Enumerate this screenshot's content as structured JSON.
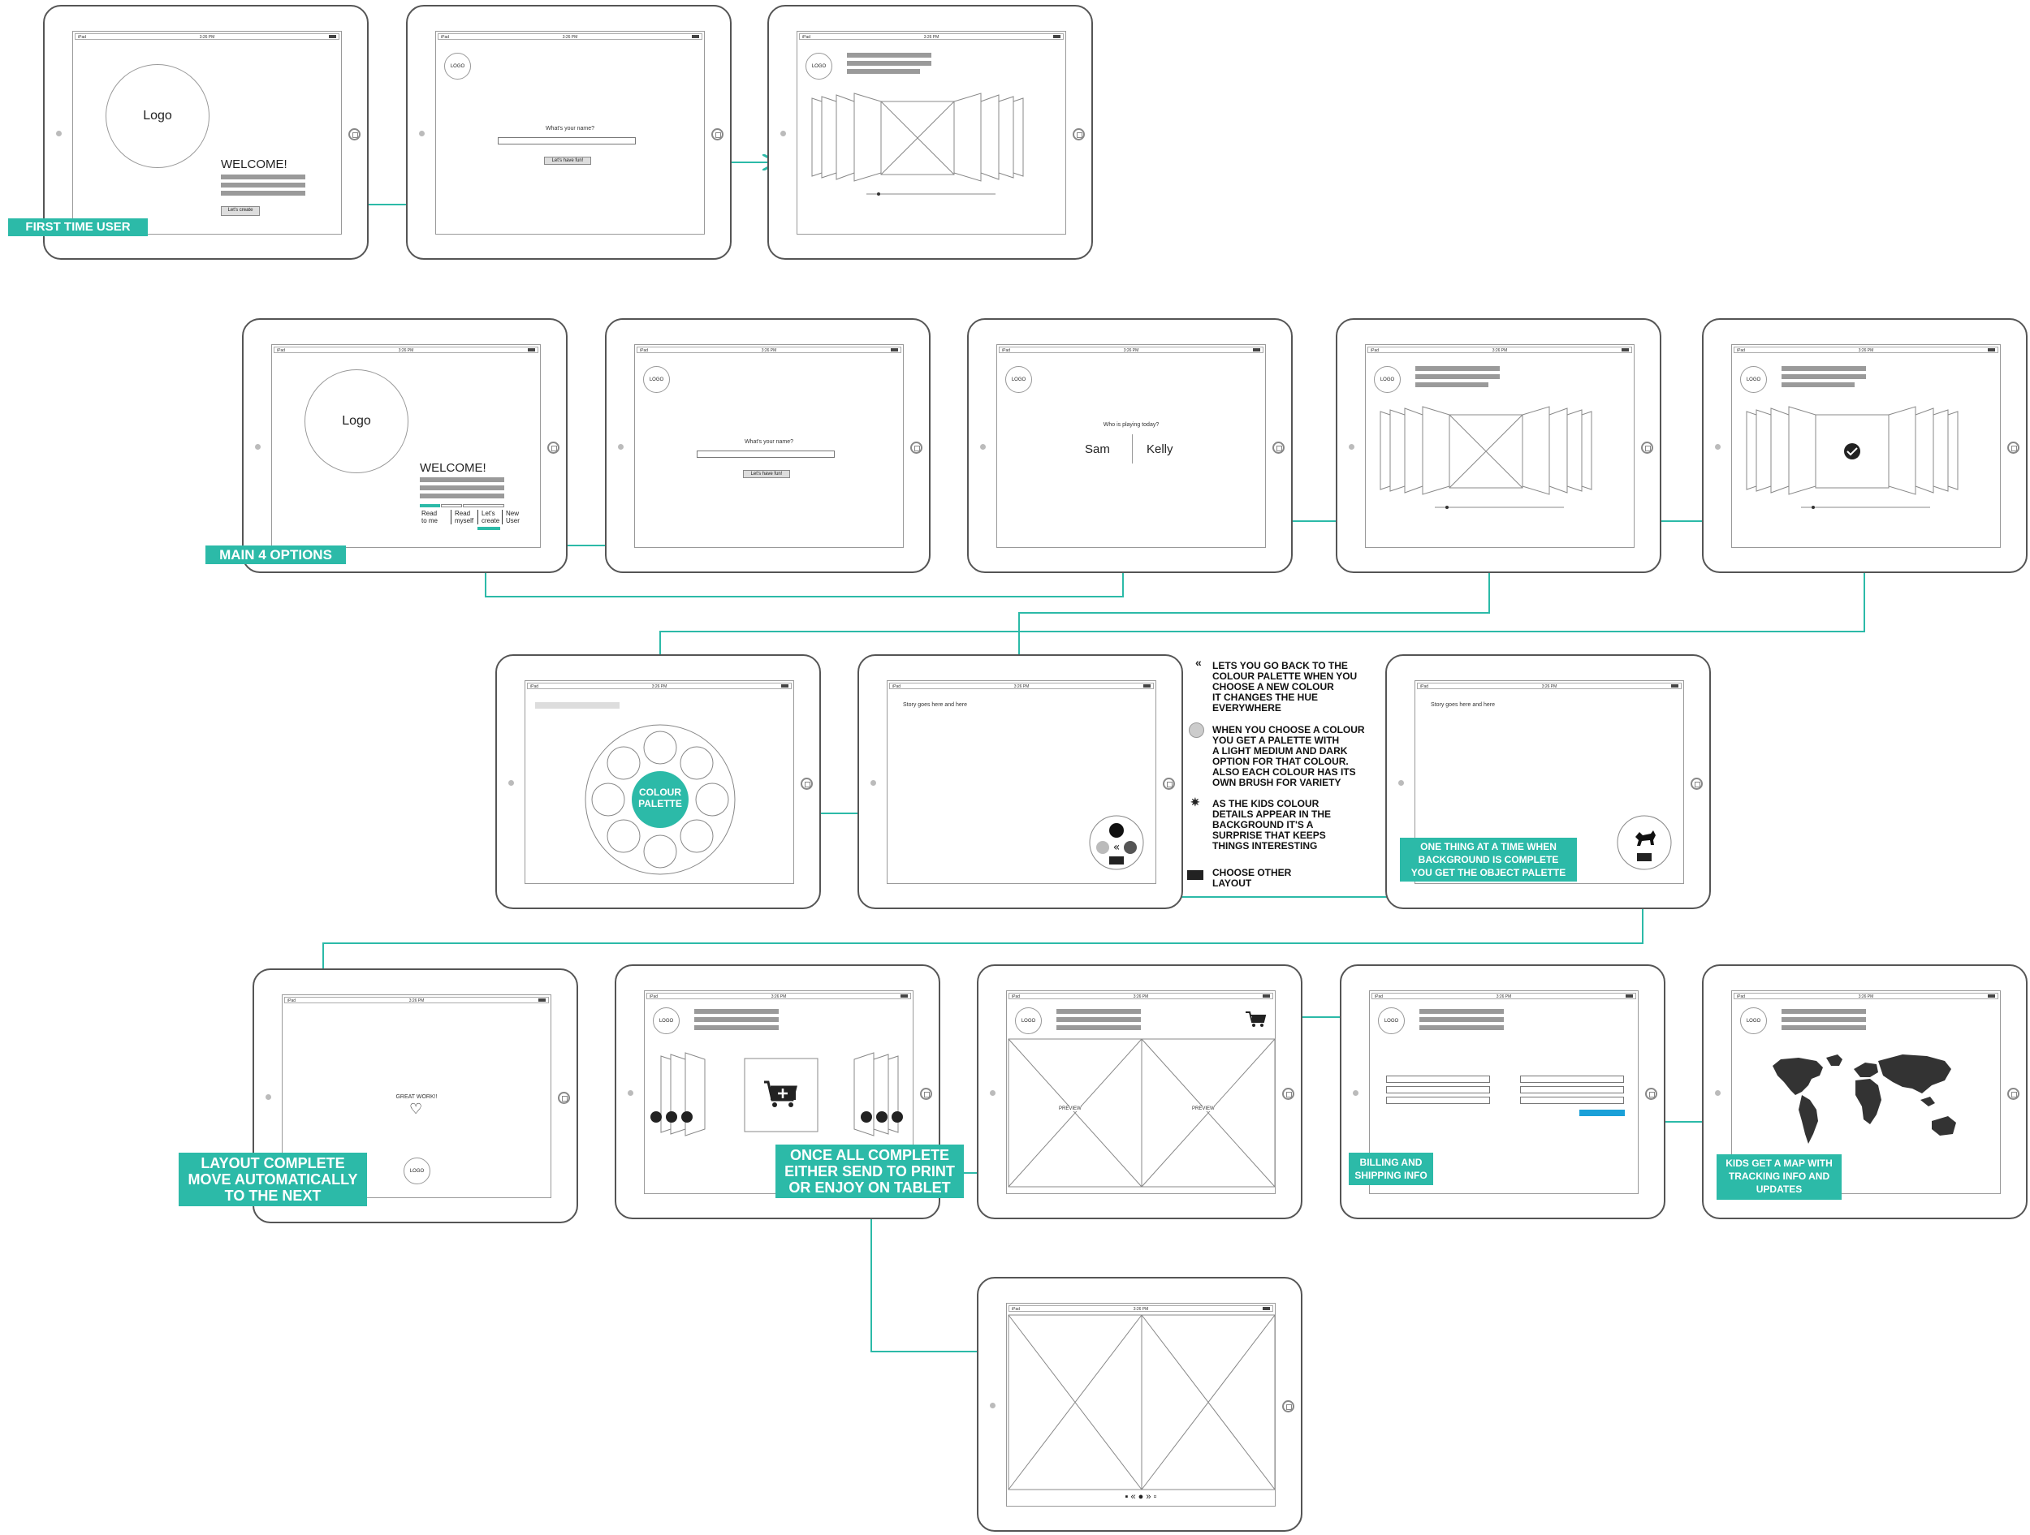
{
  "labels": {
    "first_time_user": "FIRST TIME USER",
    "main_4_options": "MAIN 4 OPTIONS",
    "one_thing": [
      "ONE THING AT A TIME WHEN",
      "BACKGROUND  IS COMPLETE",
      "YOU GET THE OBJECT PALETTE"
    ],
    "layout_complete": [
      "LAYOUT COMPLETE",
      "MOVE AUTOMATICALLY",
      "TO THE NEXT"
    ],
    "once_all": [
      "ONCE ALL COMPLETE",
      "EITHER SEND TO PRINT",
      "OR ENJOY ON TABLET"
    ],
    "billing": [
      "BILLING AND",
      "SHIPPING INFO"
    ],
    "kids_map": [
      "KIDS GET A MAP WITH",
      "TRACKING INFO AND",
      "UPDATES"
    ]
  },
  "annotations": [
    {
      "icon": "«",
      "icon_name": "double-left-icon",
      "lines": [
        "LETS YOU GO BACK TO THE",
        "COLOUR PALETTE WHEN YOU",
        "CHOOSE A NEW COLOUR",
        "IT CHANGES THE HUE",
        "EVERYWHERE"
      ]
    },
    {
      "icon": "●",
      "icon_name": "gray-dot-icon",
      "lines": [
        "WHEN YOU CHOOSE A COLOUR",
        "YOU GET A PALETTE WITH",
        "A LIGHT MEDIUM AND DARK",
        "OPTION FOR THAT COLOUR.",
        "ALSO EACH COLOUR HAS ITS",
        "OWN BRUSH FOR VARIETY"
      ]
    },
    {
      "icon": "✷",
      "icon_name": "sparkle-icon",
      "lines": [
        "AS THE KIDS COLOUR",
        "DETAILS APPEAR IN THE",
        "BACKGROUND IT'S A",
        "SURPRISE THAT KEEPS",
        "THINGS INTERESTING"
      ]
    },
    {
      "icon": "▤",
      "icon_name": "book-icon",
      "lines": [
        "CHOOSE OTHER",
        "LAYOUT"
      ]
    }
  ],
  "screens": {
    "logo": "Logo",
    "logo_small": "LOGO",
    "welcome": "WELCOME!",
    "lets_create": "Let's create",
    "whats_your_name": "What's your name?",
    "lets_have_fun": "Let's have fun!",
    "who_is_playing": "Who is playing today?",
    "player_1": "Sam",
    "player_2": "Kelly",
    "options": [
      [
        "Read",
        "to me"
      ],
      [
        "Read",
        "myself"
      ],
      [
        "Let's",
        "create"
      ],
      [
        "New",
        "User"
      ]
    ],
    "colour_palette": [
      "COLOUR",
      "PALETTE"
    ],
    "story": "Story goes here and here",
    "great_work": "GREAT WORK!!",
    "preview": "PREVIEW",
    "status_left": "iPad",
    "status_time": "3:26 PM"
  },
  "colors": {
    "accent": "#2cbaa8",
    "wire": "#888888",
    "blue_button": "#1aa0d8"
  }
}
